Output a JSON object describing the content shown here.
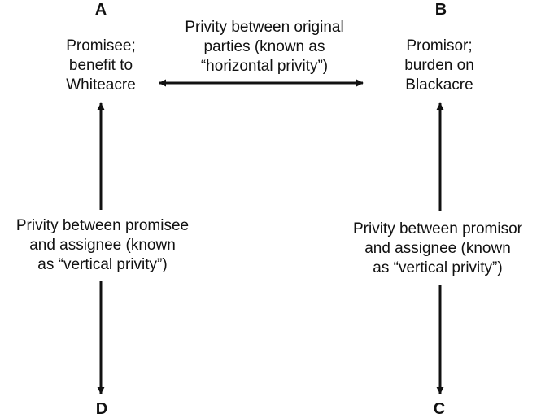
{
  "nodes": {
    "a": {
      "letter": "A",
      "lines": [
        "Promisee;",
        "benefit to",
        "Whiteacre"
      ]
    },
    "b": {
      "letter": "B",
      "lines": [
        "Promisor;",
        "burden on",
        "Blackacre"
      ]
    },
    "c": {
      "letter": "C"
    },
    "d": {
      "letter": "D"
    }
  },
  "relations": {
    "horizontal": {
      "lines": [
        "Privity between original",
        "parties (known as",
        "“horizontal privity”)"
      ]
    },
    "vertical_left": {
      "lines": [
        "Privity between promisee",
        "and assignee (known",
        "as “vertical privity”)"
      ]
    },
    "vertical_right": {
      "lines": [
        "Privity between promisor",
        "and assignee (known",
        "as “vertical privity”)"
      ]
    }
  },
  "colors": {
    "ink": "#111111",
    "background": "#ffffff"
  }
}
